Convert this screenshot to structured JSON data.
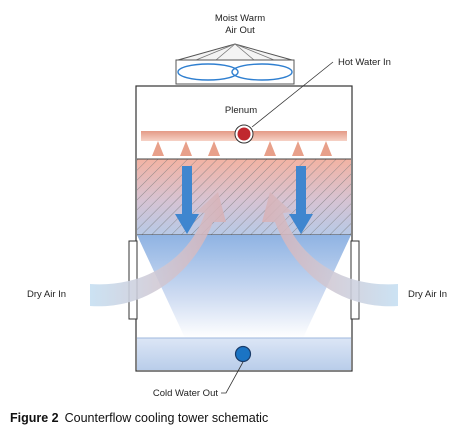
{
  "labels": {
    "air_out_line1": "Moist Warm",
    "air_out_line2": "Air Out",
    "hot_water_in": "Hot Water In",
    "plenum": "Plenum",
    "dry_air_in_left": "Dry Air In",
    "dry_air_in_right": "Dry Air In",
    "cold_water_out": "Cold Water Out"
  },
  "caption": {
    "figure_label": "Figure 2",
    "text": "Counterflow cooling tower schematic"
  },
  "colors": {
    "hot_water": "#c0282e",
    "cold_water": "#1b74c4",
    "spray_header": "#e8a08a",
    "fan_ring": "#2f7fd0",
    "air_arrow": "#4a8fd0",
    "outline": "#333333"
  }
}
